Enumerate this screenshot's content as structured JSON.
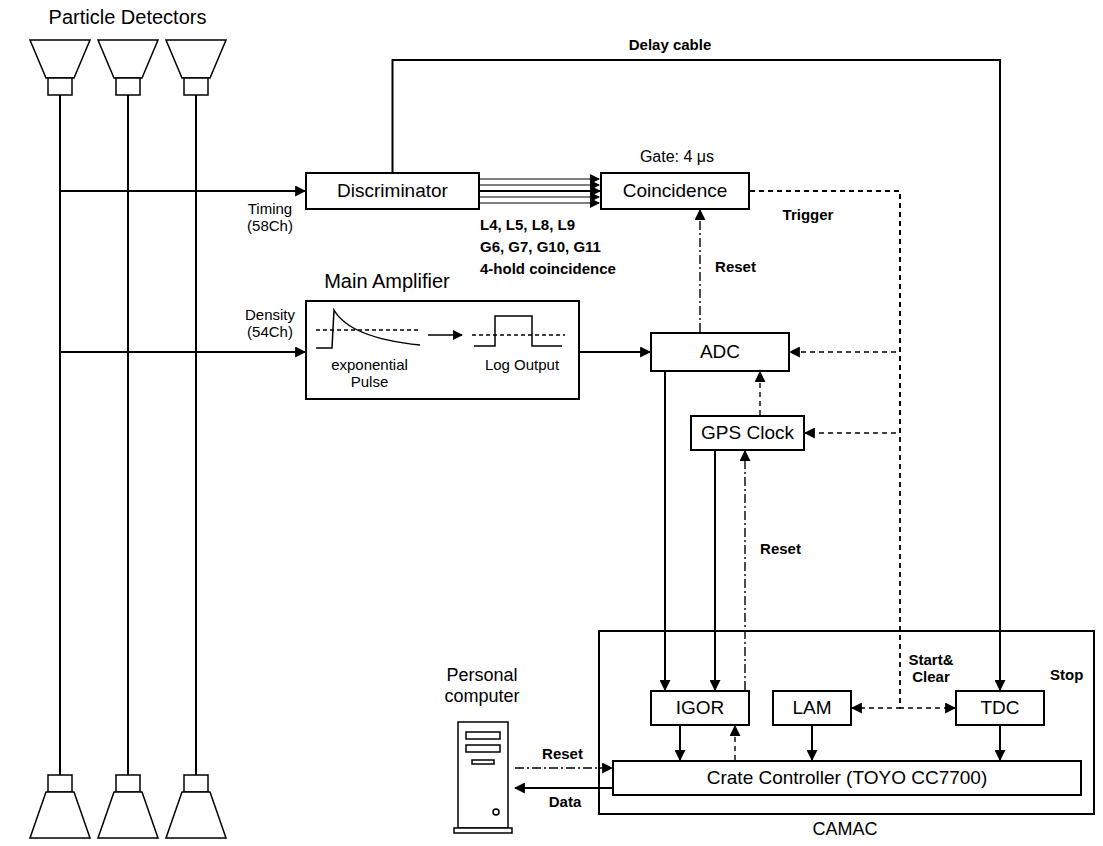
{
  "diagram": {
    "nodes": [
      {
        "text": [
          "Particle Detectors"
        ]
      },
      {
        "text": [
          "Discriminator"
        ]
      },
      {
        "text": [
          "Gate: 4 μs",
          "Coincidence"
        ]
      },
      {
        "text": [
          "Main Amplifier",
          "exponential Pulse",
          "Log Output"
        ]
      },
      {
        "text": [
          "ADC"
        ]
      },
      {
        "text": [
          "GPS Clock"
        ]
      },
      {
        "text": [
          "Personal computer"
        ]
      },
      {
        "text": [
          "CAMAC"
        ]
      },
      {
        "text": [
          "IGOR"
        ],
        "in": 7
      },
      {
        "text": [
          "LAM"
        ],
        "in": 7
      },
      {
        "text": [
          "TDC"
        ],
        "in": 7
      },
      {
        "text": [
          "Crate Controller (TOYO CC7700)"
        ],
        "in": 7
      }
    ],
    "edges": [
      {
        "from": 0,
        "to": 1,
        "arrow": "to",
        "label": "Timing (58Ch)"
      },
      {
        "from": 0,
        "to": 3,
        "arrow": "to",
        "label": "Density (54Ch)"
      },
      {
        "from": 1,
        "to": 2,
        "arrow": "to"
      },
      {
        "from": 1,
        "to": 10,
        "arrow": "to",
        "label": "Delay cable"
      },
      {
        "from": 2,
        "to": 9,
        "arrow": "to",
        "label": "Trigger"
      },
      {
        "from": 2,
        "to": 4,
        "arrow": "to"
      },
      {
        "from": 2,
        "to": 5,
        "arrow": "to"
      },
      {
        "from": 2,
        "to": 10,
        "arrow": "to",
        "label": "Start& Clear"
      },
      {
        "from": 3,
        "to": 4,
        "arrow": "to"
      },
      {
        "from": 4,
        "to": 2,
        "arrow": "to",
        "label": "Reset"
      },
      {
        "from": 4,
        "to": 8,
        "arrow": "to"
      },
      {
        "from": 5,
        "to": 4,
        "arrow": "to"
      },
      {
        "from": 5,
        "to": 8,
        "arrow": "to"
      },
      {
        "from": 8,
        "to": 5,
        "arrow": "to",
        "label": "Reset"
      },
      {
        "from": 11,
        "to": 8,
        "arrow": "to"
      },
      {
        "from": 8,
        "to": 11,
        "arrow": "to"
      },
      {
        "from": 9,
        "to": 11,
        "arrow": "to"
      },
      {
        "from": 10,
        "to": 11,
        "arrow": "to"
      },
      {
        "from": 6,
        "to": 11,
        "arrow": "to",
        "label": "Reset"
      },
      {
        "from": 11,
        "to": 6,
        "arrow": "to",
        "label": "Data"
      }
    ],
    "labels": [
      "L4, L5, L8, L9",
      "G6, G7, G10, G11",
      "4-hold coincidence",
      "Stop"
    ]
  }
}
